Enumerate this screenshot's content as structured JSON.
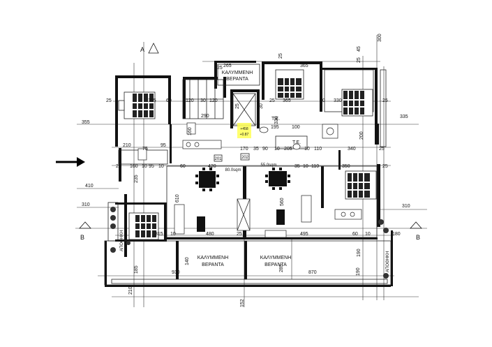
{
  "section_marks": {
    "a_top": "A",
    "b_left": "B",
    "b_right": "B"
  },
  "room_labels": {
    "veranda_top": [
      "ΚΑΛΥΜΜΕΝΗ",
      "ΒΕΡΑΝΤΑ"
    ],
    "veranda_bottom_left": [
      "ΚΑΛΥΜΜΕΝΗ",
      "ΒΕΡΑΝΤΑ"
    ],
    "veranda_bottom_right": [
      "ΚΑΛΥΜΜΕΝΗ",
      "ΒΕΡΑΝΤΑ"
    ],
    "te_1": "T.E.",
    "te_2": "T.E.",
    "anchor_right": "ΑΠΟΘΗΚΗ",
    "anchor_left": "ΑΠΟΘΗΚΗ"
  },
  "areas": {
    "living": "80.0sqm",
    "small_1": "55.0sqm"
  },
  "room_codes": {
    "r201": "201",
    "r202": "202"
  },
  "highlight_note": [
    "+458",
    "+0.87"
  ],
  "dimensions": {
    "top": [
      "25",
      "265",
      "25",
      "365",
      "25",
      "45",
      "300"
    ],
    "row1": [
      "25",
      "355",
      "60",
      "120",
      "30",
      "120",
      "25",
      "30",
      "25",
      "365",
      "80",
      "330",
      "25"
    ],
    "row2": [
      "355",
      "290",
      "195",
      "100",
      "335"
    ],
    "row3": [
      "210",
      "75",
      "95",
      "170",
      "35",
      "90",
      "10",
      "205",
      "10",
      "110",
      "340",
      "25"
    ],
    "row4": [
      "25",
      "160",
      "10",
      "95",
      "10",
      "60",
      "420",
      "35",
      "10",
      "110",
      "350",
      "25"
    ],
    "left": [
      "410",
      "310"
    ],
    "bottom_row": [
      "315",
      "10",
      "480",
      "25",
      "495",
      "60",
      "10"
    ],
    "total": [
      "930",
      "870"
    ],
    "right": [
      "310",
      "180"
    ],
    "vertical": [
      "185",
      "235",
      "610",
      "560",
      "140",
      "190",
      "285",
      "190",
      "152",
      "210",
      "330",
      "160",
      "200"
    ]
  }
}
